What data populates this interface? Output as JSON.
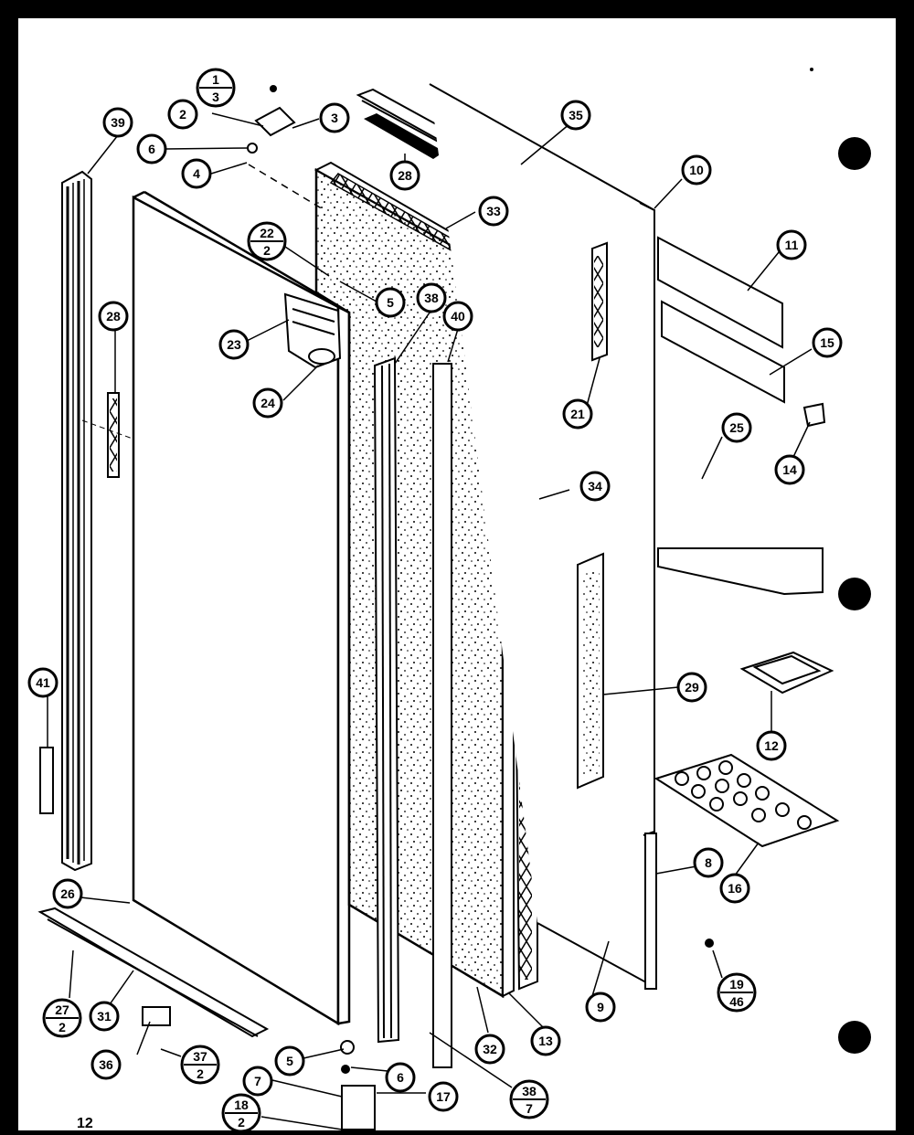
{
  "page": {
    "page_number": "12"
  },
  "colors": {
    "sheet": "#ffffff",
    "border": "#000000",
    "ink": "#000000",
    "foam": "#000000"
  },
  "callouts": {
    "c_1_3": {
      "top": "1",
      "bottom": "3"
    },
    "c_2": "2",
    "c_3": "3",
    "c_6a": "6",
    "c_4": "4",
    "c_28a": "28",
    "c_35": "35",
    "c_33": "33",
    "c_22_2": {
      "top": "22",
      "bottom": "2"
    },
    "c_5a": "5",
    "c_23": "23",
    "c_24": "24",
    "c_38a": "38",
    "c_40": "40",
    "c_10": "10",
    "c_11": "11",
    "c_15": "15",
    "c_21": "21",
    "c_14": "14",
    "c_25": "25",
    "c_34": "34",
    "c_39": "39",
    "c_28b": "28",
    "c_41": "41",
    "c_29": "29",
    "c_12": "12",
    "c_16": "16",
    "c_8": "8",
    "c_9": "9",
    "c_26": "26",
    "c_19_46": {
      "top": "19",
      "bottom": "46"
    },
    "c_27_2": {
      "top": "27",
      "bottom": "2"
    },
    "c_31": "31",
    "c_36": "36",
    "c_37_2": {
      "top": "37",
      "bottom": "2"
    },
    "c_32": "32",
    "c_13": "13",
    "c_5b": "5",
    "c_6b": "6",
    "c_38_7": {
      "top": "38",
      "bottom": "7"
    },
    "c_7": "7",
    "c_17": "17",
    "c_18_2": {
      "top": "18",
      "bottom": "2"
    }
  }
}
